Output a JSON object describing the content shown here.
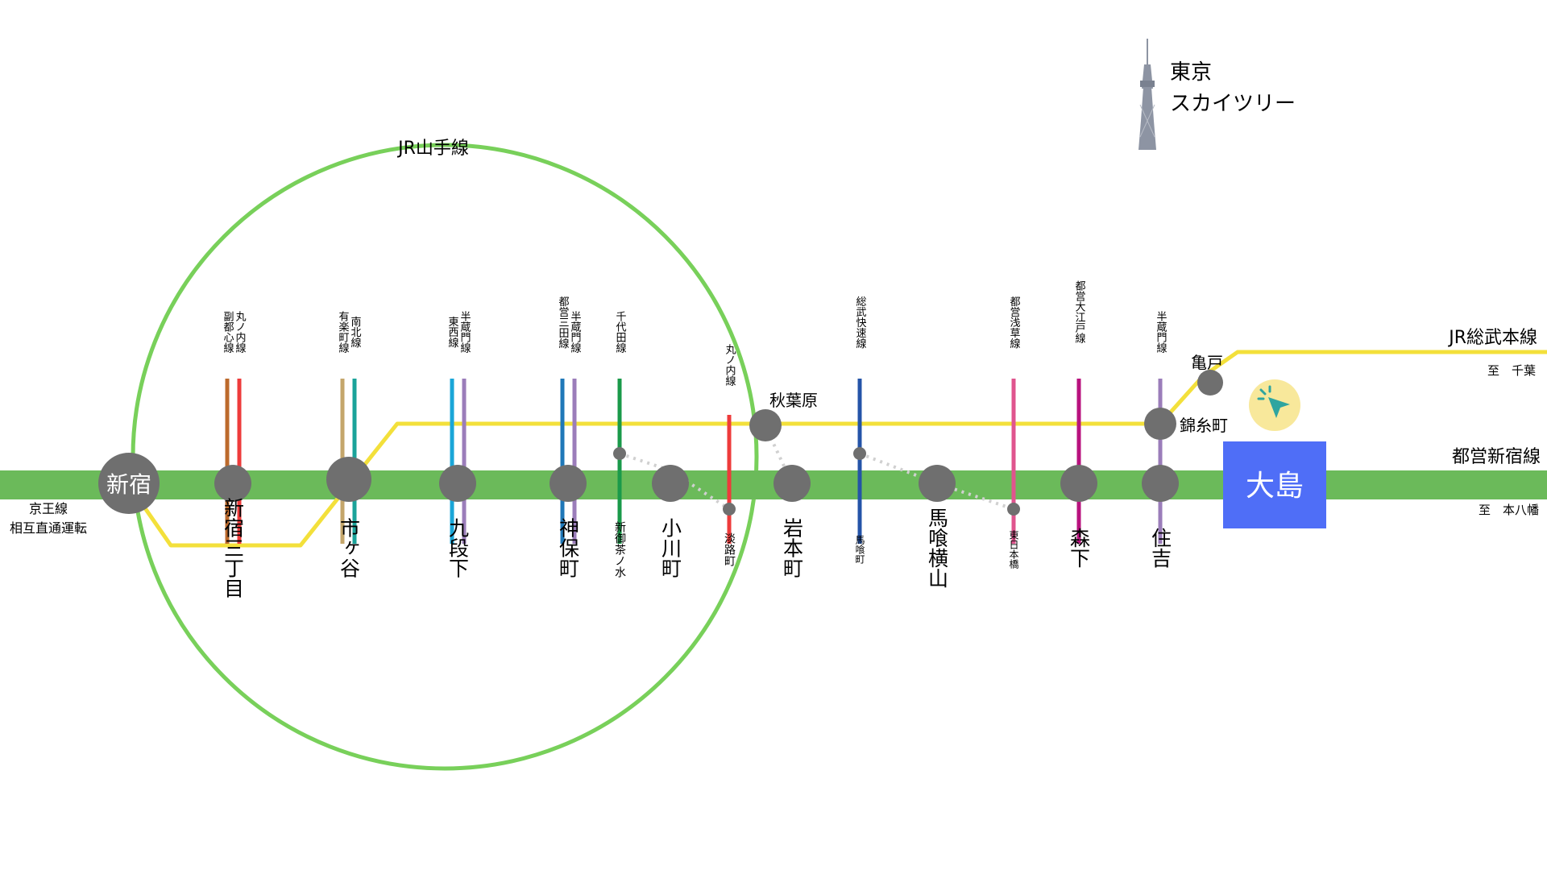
{
  "yamanote": {
    "label": "JR山手線",
    "color": "#78d05a"
  },
  "shinjuku_line": {
    "label": "都営新宿線",
    "color": "#6bba5a",
    "direction_right": "至　本八幡"
  },
  "sobu_line": {
    "label": "JR総武本線",
    "color": "#f3e03b",
    "direction_right": "至　千葉"
  },
  "keio": {
    "line1": "京王線",
    "line2": "相互直通運転"
  },
  "skytree": {
    "line1": "東京",
    "line2": "スカイツリー"
  },
  "stations": {
    "shinjuku": "新宿",
    "shinjuku_sanchome": "新宿三丁目",
    "ichigaya": "市ヶ谷",
    "kudanshita": "九段下",
    "jimbocho": "神保町",
    "ogawamachi": "小川町",
    "iwamotocho": "岩本町",
    "bakuro_yokoyama": "馬喰横山",
    "morishita": "森下",
    "sumiyoshi": "住吉",
    "ojima": "大島",
    "akihabara": "秋葉原",
    "kinshicho": "錦糸町",
    "kameido": "亀戸",
    "shin_ochanomizu": "新御茶ノ水",
    "awajicho": "淡路町",
    "bakurocho": "馬喰町",
    "higashi_nihombashi": "東日本橋"
  },
  "lines": {
    "fukutoshin": "副都心線",
    "marunouchi": "丸ノ内線",
    "yurakucho": "有楽町線",
    "namboku": "南北線",
    "tozai": "東西線",
    "hanzomon": "半蔵門線",
    "mita": "都営三田線",
    "chiyoda": "千代田線",
    "sobu_rapid": "総武快速線",
    "asakusa": "都営浅草線",
    "oedo": "都営大江戸線"
  },
  "colors": {
    "station_marker": "#6f6f6f",
    "ojima_box": "#4f6ef7",
    "cursor_badge": "#f8e89b",
    "cursor": "#2fa5a0",
    "transfer_dots": "#d0d0d0",
    "fukutoshin": "#bc6a2c",
    "marunouchi": "#ee3b3b",
    "yurakucho": "#c4a66b",
    "namboku": "#1aa39a",
    "tozai": "#1aa6d8",
    "hanzomon": "#9b7dba",
    "mita": "#1f78b8",
    "chiyoda": "#1a9a4a",
    "sobu_rapid": "#2454a8",
    "asakusa": "#e0558e",
    "oedo": "#b8127e"
  },
  "icons": {
    "skytree": "tokyo-skytree-icon",
    "cursor": "cursor-arrow-icon"
  }
}
